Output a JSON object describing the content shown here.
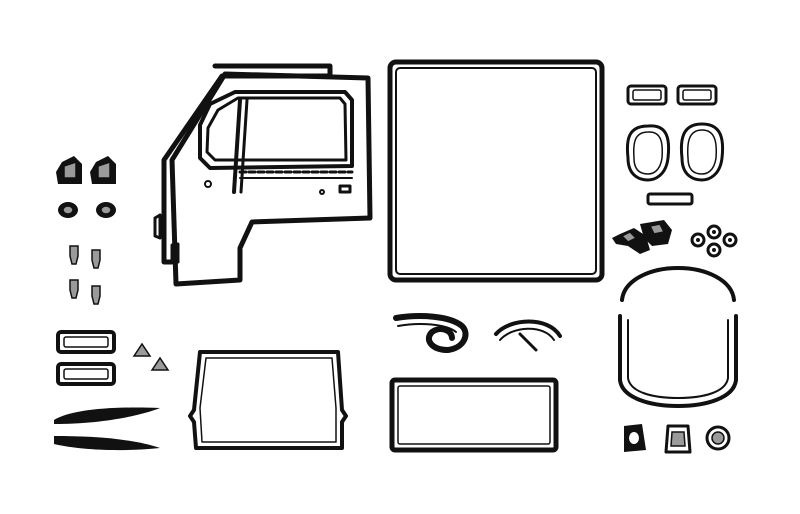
{
  "colors": {
    "line": "#111111",
    "background": "#ffffff",
    "metal": "#9a9a9a"
  },
  "parts": [
    {
      "name": "door-seal-assembly",
      "icon": "door-seal-icon"
    },
    {
      "name": "windshield-seal",
      "icon": "rectangle-seal-icon"
    },
    {
      "name": "taillight-lens-gasket",
      "icon": "lens-gasket-icon"
    },
    {
      "name": "oval-light-gasket",
      "icon": "oval-gasket-icon"
    },
    {
      "name": "plate-light-gasket",
      "icon": "small-gasket-icon"
    },
    {
      "name": "hinge-bracket",
      "icon": "bracket-icon"
    },
    {
      "name": "grommet",
      "icon": "grommet-icon"
    },
    {
      "name": "rear-window-seal",
      "icon": "window-seal-icon"
    },
    {
      "name": "rubber-boot",
      "icon": "boot-icon"
    },
    {
      "name": "bolt",
      "icon": "bolt-icon"
    },
    {
      "name": "reflector-gasket",
      "icon": "gasket-icon"
    },
    {
      "name": "bumper-pad",
      "icon": "pad-icon"
    },
    {
      "name": "engine-lid-seal",
      "icon": "lid-seal-icon"
    },
    {
      "name": "trim-roll",
      "icon": "roll-icon"
    },
    {
      "name": "hood-seal",
      "icon": "rect-seal-icon"
    },
    {
      "name": "mirror-base-gasket",
      "icon": "base-gasket-icon"
    }
  ]
}
